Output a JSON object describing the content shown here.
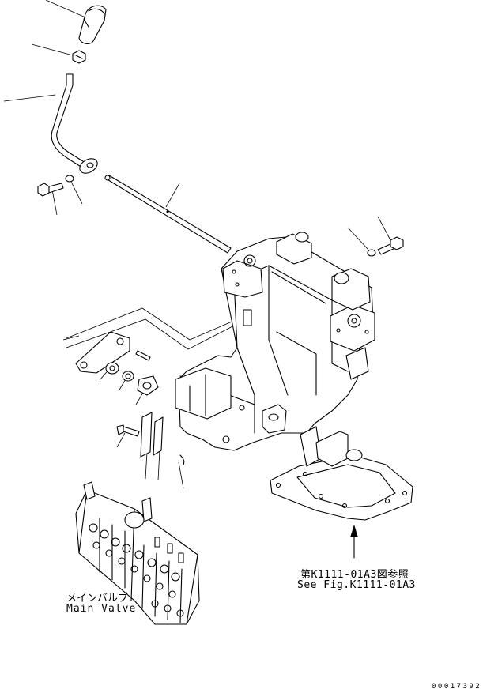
{
  "labels": {
    "reference_jp": "第K1111-01A3図参照",
    "reference_en": "See Fig.K1111-01A3",
    "valve_jp": "メインバルブ",
    "valve_en": "Main Valve",
    "drawing_number": "00017392"
  }
}
